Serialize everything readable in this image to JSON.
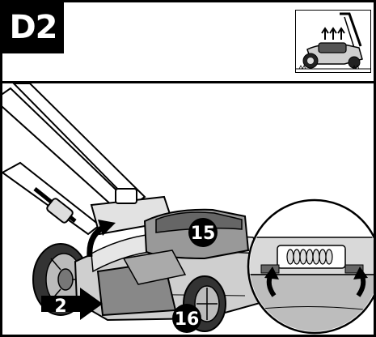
{
  "step": {
    "label": "D2"
  },
  "callouts": {
    "battery": "15",
    "bag": "16",
    "push_arrow": "2"
  },
  "icons": [
    "arrow-up-icon",
    "push-arrow-icon",
    "magnifier-circle"
  ],
  "colors": {
    "ink": "#000000",
    "paper": "#ffffff",
    "mid_gray": "#9a9a9a",
    "light_gray": "#d0d0d0",
    "dark_gray": "#555555"
  }
}
